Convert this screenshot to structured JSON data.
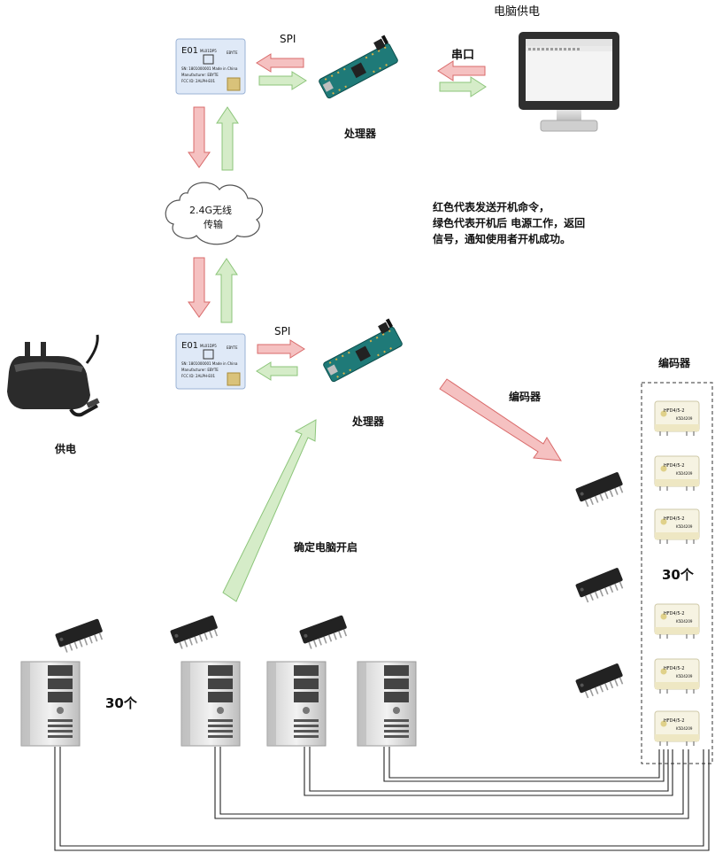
{
  "labels": {
    "pc_power": "电脑供电",
    "spi_top": "SPI",
    "serial": "串口",
    "processor_top": "处理器",
    "wireless_line1": "2.4G无线",
    "wireless_line2": "传输",
    "legend_line1": "红色代表发送开机命令，",
    "legend_line2": "绿色代表开机后 电源工作，返回",
    "legend_line3": "信号，通知使用者开机成功。",
    "spi_bottom": "SPI",
    "processor_bottom": "处理器",
    "encoder_arrow": "编码器",
    "encoder_panel": "编码器",
    "power_supply": "供电",
    "confirm_on": "确定电脑开启",
    "count_right": "30个",
    "count_left": "30个"
  },
  "module": {
    "name": "E01",
    "sub": "ML01DP5",
    "brand": "EBYTE",
    "sn": "SN: 1801000001  Made in China",
    "maker": "Manufacturer: EBYTE",
    "fcc": "FCC ID: 2ALPH-E01"
  },
  "relay_text": "HFD4/5-2",
  "relay_code": "K5D4209",
  "colors": {
    "red_fill": "#f5c1c1",
    "red_stroke": "#d96a6a",
    "green_fill": "#d5ecc8",
    "green_stroke": "#8cc57a",
    "board": "#1f7a78",
    "module_blue": "#dfe9f7"
  }
}
